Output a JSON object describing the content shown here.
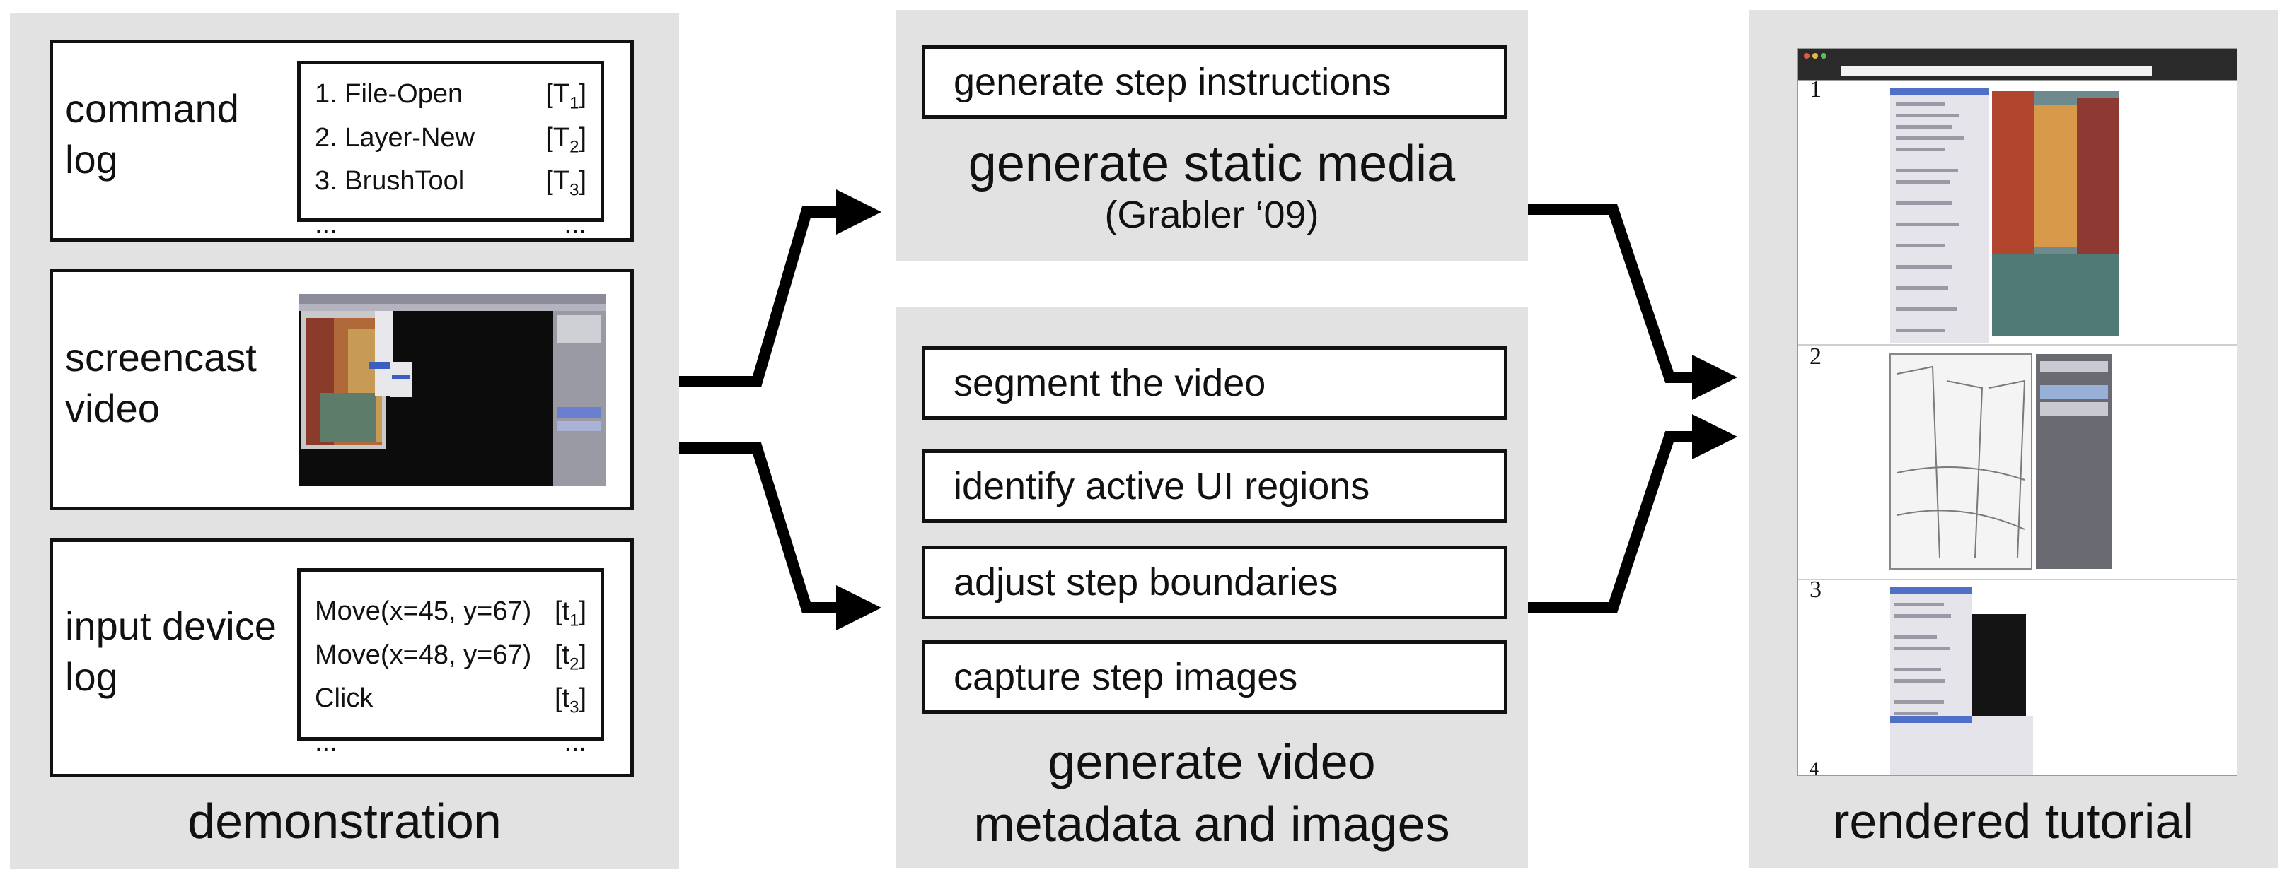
{
  "demonstration": {
    "caption": "demonstration",
    "command_log": {
      "label": "command log",
      "entries": [
        {
          "text": "1. File-Open",
          "stamp": "[T",
          "sub": "1",
          "close": "]"
        },
        {
          "text": "2. Layer-New",
          "stamp": "[T",
          "sub": "2",
          "close": "]"
        },
        {
          "text": "3. BrushTool",
          "stamp": "[T",
          "sub": "3",
          "close": "]"
        },
        {
          "text": "...",
          "stamp": "...",
          "sub": "",
          "close": ""
        }
      ]
    },
    "screencast_video": {
      "label": "screencast video"
    },
    "input_device_log": {
      "label": "input device log",
      "entries": [
        {
          "text": "Move(x=45, y=67)",
          "stamp": "[t",
          "sub": "1",
          "close": "]"
        },
        {
          "text": "Move(x=48, y=67)",
          "stamp": "[t",
          "sub": "2",
          "close": "]"
        },
        {
          "text": "Click",
          "stamp": "[t",
          "sub": "3",
          "close": "]"
        },
        {
          "text": "...",
          "stamp": "...",
          "sub": "",
          "close": ""
        }
      ]
    }
  },
  "static_media": {
    "step": "generate step instructions",
    "caption": "generate static media",
    "citation": "(Grabler ‘09)"
  },
  "video_metadata": {
    "steps": [
      "segment the video",
      "identify active UI regions",
      "adjust step boundaries",
      "capture step images"
    ],
    "caption_line1": "generate video",
    "caption_line2": "metadata and images"
  },
  "tutorial": {
    "caption": "rendered tutorial",
    "step_numbers": [
      "1",
      "2",
      "3",
      "4"
    ]
  },
  "colors": {
    "panel": "#e2e2e2",
    "ink": "#111111"
  }
}
